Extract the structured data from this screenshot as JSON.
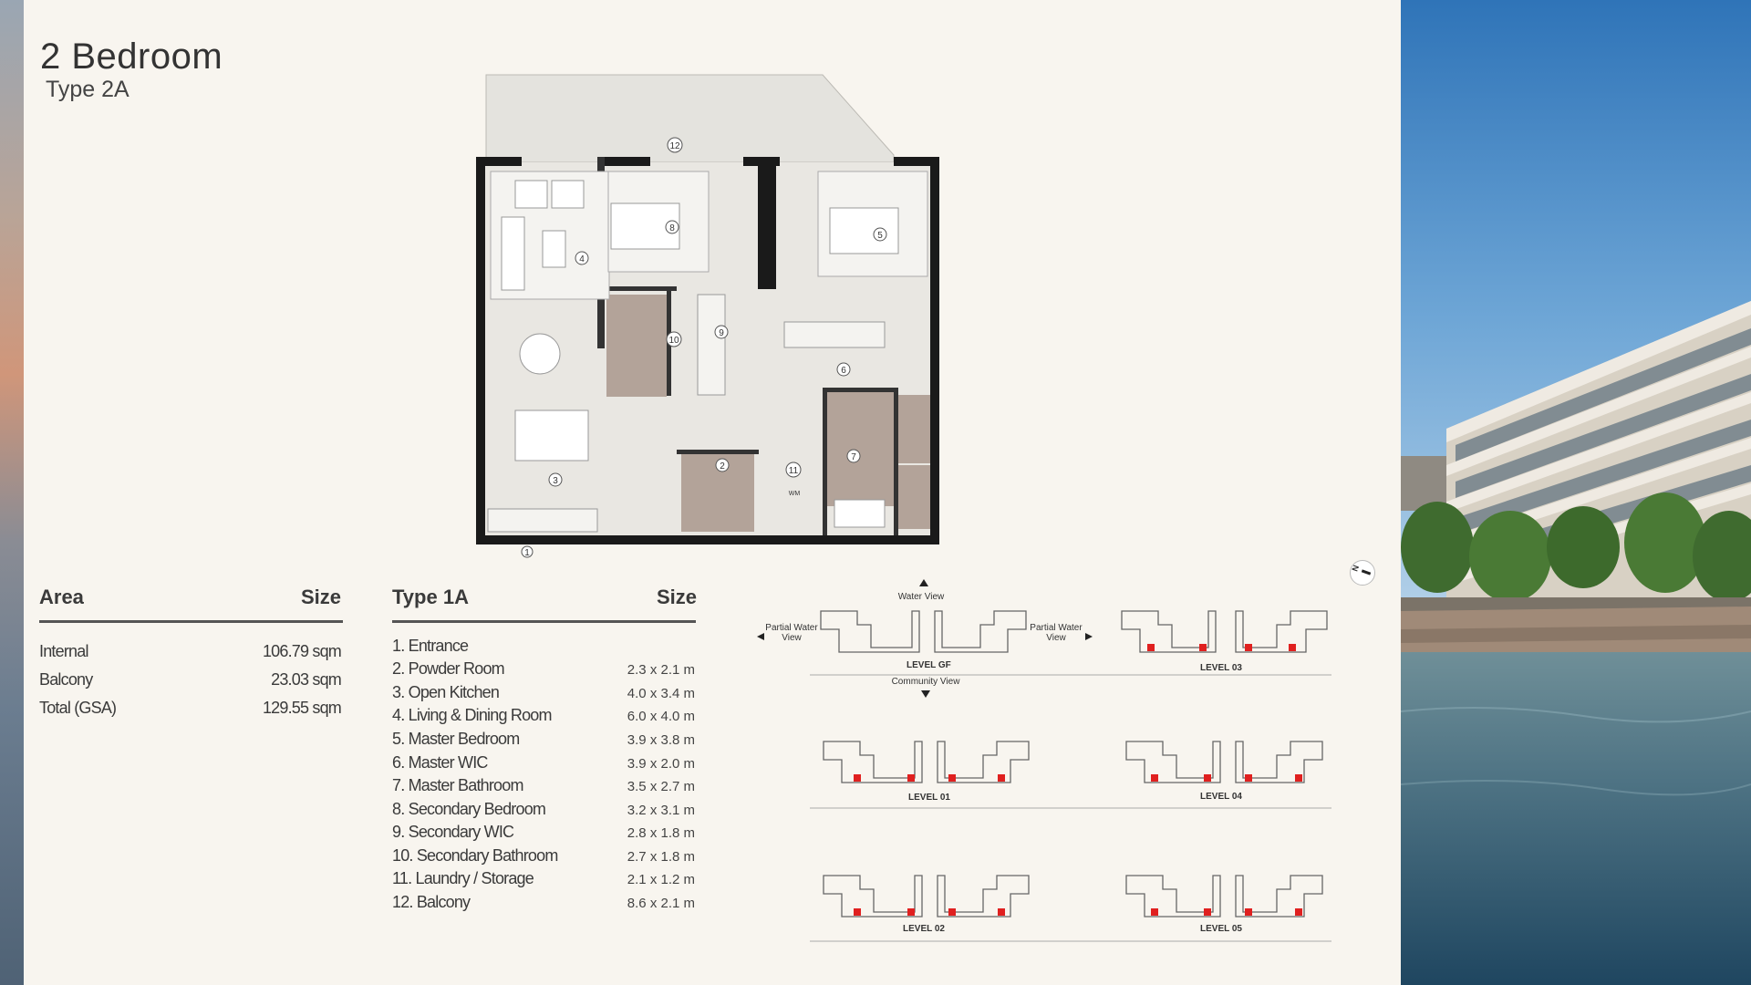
{
  "header": {
    "title": "2 Bedroom",
    "subtitle": "Type 2A"
  },
  "plan_numbers": [
    "1",
    "2",
    "3",
    "4",
    "5",
    "6",
    "7",
    "8",
    "9",
    "10",
    "11",
    "12"
  ],
  "area_table": {
    "head_left": "Area",
    "head_right": "Size",
    "rows": [
      {
        "label": "Internal",
        "value": "106.79 sqm"
      },
      {
        "label": "Balcony",
        "value": "23.03 sqm"
      },
      {
        "label": "Total (GSA)",
        "value": "129.55 sqm"
      }
    ]
  },
  "room_table": {
    "head_left": "Type 1A",
    "head_right": "Size",
    "rows": [
      {
        "label": "1.  Entrance",
        "value": ""
      },
      {
        "label": "2.  Powder Room",
        "value": "2.3 x 2.1 m"
      },
      {
        "label": "3.  Open Kitchen",
        "value": "4.0 x 3.4 m"
      },
      {
        "label": "4.  Living & Dining Room",
        "value": "6.0 x 4.0 m"
      },
      {
        "label": "5.  Master Bedroom",
        "value": "3.9 x 3.8 m"
      },
      {
        "label": "6.  Master WIC",
        "value": "3.9 x 2.0 m"
      },
      {
        "label": "7.  Master Bathroom",
        "value": "3.5 x 2.7 m"
      },
      {
        "label": "8.  Secondary Bedroom",
        "value": "3.2 x 3.1 m"
      },
      {
        "label": "9.  Secondary WIC",
        "value": "2.8 x 1.8 m"
      },
      {
        "label": "10. Secondary Bathroom",
        "value": "2.7 x 1.8 m"
      },
      {
        "label": "11. Laundry / Storage",
        "value": "2.1 x 1.2 m"
      },
      {
        "label": "12. Balcony",
        "value": "8.6 x 2.1 m"
      }
    ]
  },
  "keyplan": {
    "water_view": "Water View",
    "community_view": "Community View",
    "partial_left": "Partial Water View",
    "partial_right": "Partial Water View",
    "levels": [
      "LEVEL GF",
      "LEVEL 03",
      "LEVEL 01",
      "LEVEL 04",
      "LEVEL 02",
      "LEVEL 05"
    ],
    "compass": "N",
    "laundry_tag": "WM"
  },
  "colors": {
    "wall": "#111111",
    "wet_room": "#b3a399",
    "floor": "#e9e7e2",
    "highlight": "#e0201f"
  }
}
